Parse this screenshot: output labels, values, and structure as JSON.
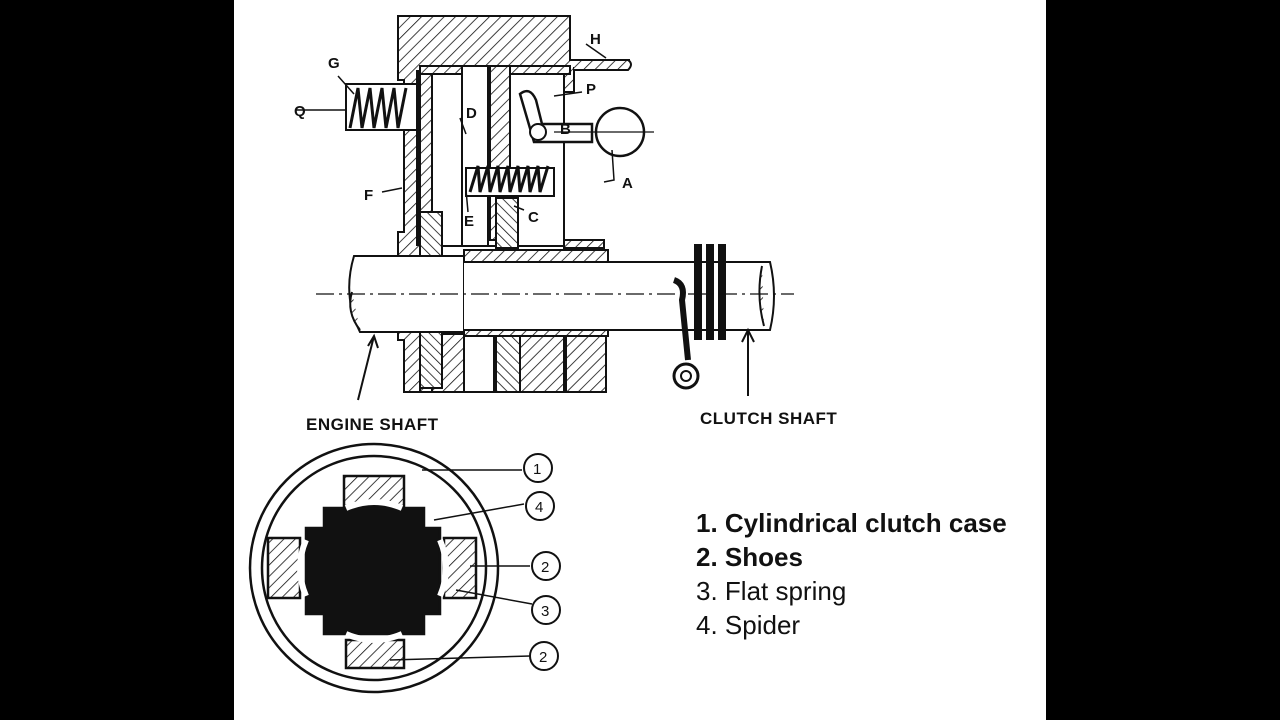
{
  "diagram": {
    "part_labels": [
      "H",
      "G",
      "Q",
      "P",
      "D",
      "B",
      "A",
      "F",
      "E",
      "C"
    ],
    "shaft_labels": {
      "engine": "ENGINE SHAFT",
      "clutch": "CLUTCH SHAFT"
    },
    "section_numbers": [
      "1",
      "4",
      "2",
      "3",
      "2"
    ],
    "legend": [
      "1. Cylindrical clutch case",
      "2. Shoes",
      "3. Flat spring",
      "4. Spider"
    ]
  }
}
